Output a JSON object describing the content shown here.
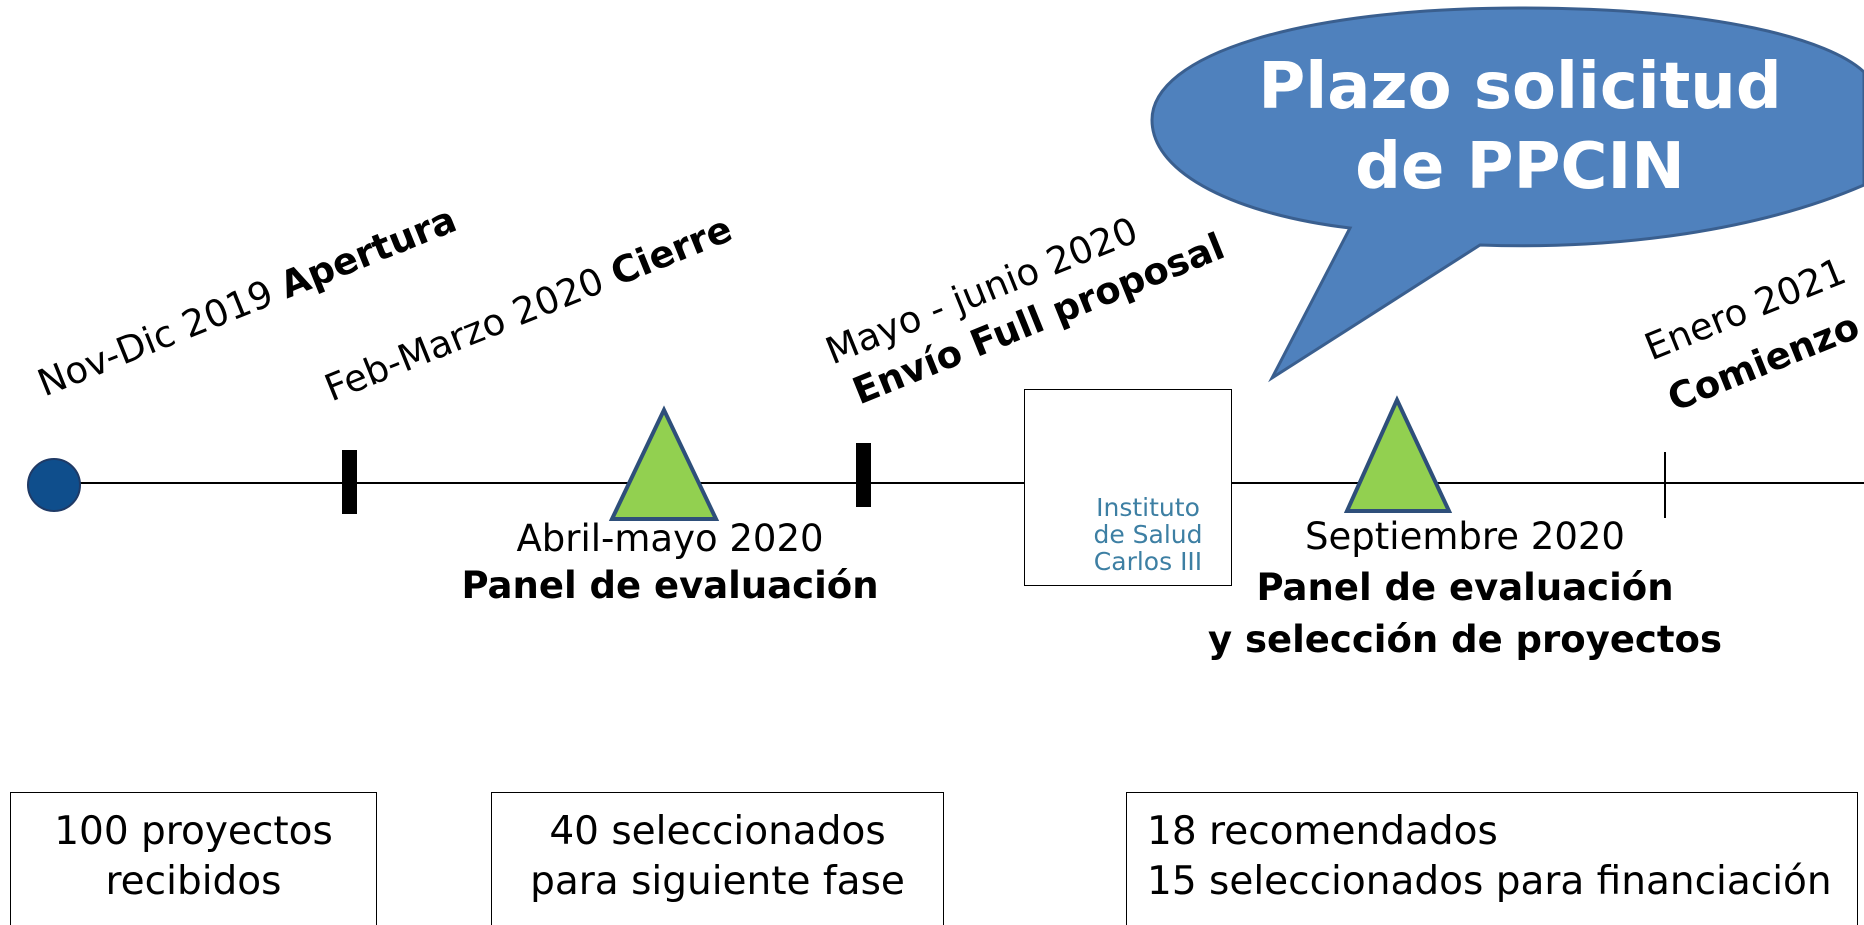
{
  "milestones": [
    {
      "date": "Nov-Dic 2019 ",
      "event": "Apertura"
    },
    {
      "date": "Feb-Marzo 2020 ",
      "event": "Cierre"
    },
    {
      "date": "Mayo - junio 2020",
      "event": "Envío Full proposal"
    },
    {
      "date": "Enero 2021",
      "event": "Comienzo"
    }
  ],
  "panels": [
    {
      "date": "Abril-mayo 2020",
      "title": "Panel de evaluación"
    },
    {
      "date": "Septiembre 2020",
      "title_line1": "Panel de evaluación",
      "title_line2": "y selección de proyectos"
    }
  ],
  "logo": {
    "mark": "isc",
    "line1": "Instituto",
    "line2": "de Salud",
    "line3": "Carlos III"
  },
  "callout": {
    "line1": "Plazo solicitud",
    "line2": "de PPCIN"
  },
  "boxes": [
    {
      "line1": "100 proyectos",
      "line2": "recibidos"
    },
    {
      "line1": "40 seleccionados",
      "line2": "para siguiente fase"
    },
    {
      "line1": "18 recomendados",
      "line2": "15 seleccionados para financiación"
    }
  ],
  "colors": {
    "start_dot": "#0f4e8c",
    "triangle": "#92d050",
    "triangle_stroke": "#2e4f7a",
    "callout": "#4f81bd",
    "logo": "#3d7fa3"
  }
}
